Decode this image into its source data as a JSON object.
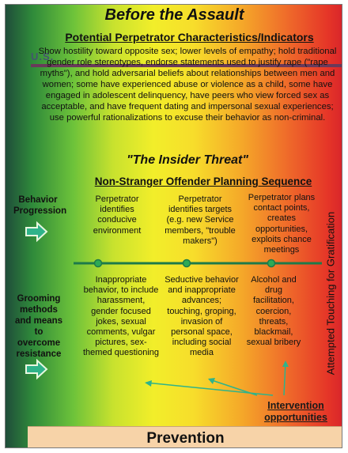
{
  "title": "Before the Assault",
  "characteristics_heading": "Potential Perpetrator Characteristics/Indicators",
  "watermark_text": "U.S.",
  "characteristics_text": "Show hostility toward opposite sex; lower levels of empathy; hold traditional gender role stereotypes, endorse statements used to justify rape (\"rape myths\"), and hold adversarial  beliefs about relationships between men and women; some have experienced abuse or violence as a child, some have engaged in adolescent delinquency, have peers who view forced sex as acceptable, and have frequent dating and impersonal sexual experiences; use powerful  rationalizations to excuse their behavior  as non-criminal.",
  "insider_threat": "\"The Insider Threat\"",
  "sequence_heading": "Non-Stranger Offender Planning Sequence",
  "behavior_label": "Behavior Progression",
  "grooming_label": "Grooming methods and means to overcome resistance",
  "behavior_steps": [
    "Perpetrator identifies conducive environment",
    "Perpetrator identifies targets (e.g. new Service members, \"trouble makers\")",
    "Perpetrator plans contact points, creates opportunities, exploits chance meetings"
  ],
  "grooming_steps": [
    "Inappropriate behavior, to include harassment, gender focused jokes, sexual comments, vulgar pictures, sex-themed questioning",
    "Seductive behavior and inappropriate advances; touching, groping, invasion of personal space, including social media",
    "Alcohol and drug facilitation, coercion, threats, blackmail, sexual bribery"
  ],
  "vertical_label": "Attempted Touching for Gratification",
  "intervention_label": "Intervention opportunities",
  "prevention_label": "Prevention",
  "colors": {
    "gradient": [
      "#1f4d3a",
      "#2f8a3a",
      "#6cc23a",
      "#f2ee2a",
      "#f5a929",
      "#e53528"
    ],
    "arrow": "#2fb38a",
    "timeline": "#1d7a4a",
    "prevention_bg": "#f7d3a8"
  },
  "icons": [
    "right-arrow-icon",
    "timeline-dot-icon",
    "pointer-arrow-icon"
  ]
}
